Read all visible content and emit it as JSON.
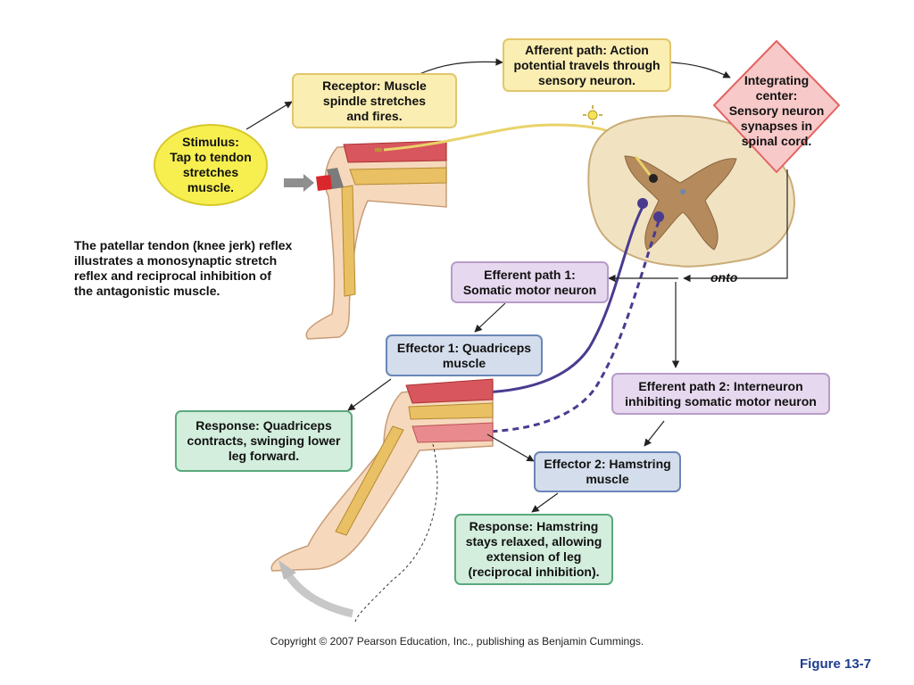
{
  "diagram": {
    "stimulus": "Stimulus:\nTap to tendon\nstretches\nmuscle.",
    "receptor": "Receptor: Muscle\nspindle stretches\nand fires.",
    "afferent": "Afferent path: Action\npotential travels through\nsensory neuron.",
    "integrating": "Integrating\ncenter:\nSensory neuron\nsynapses in\nspinal cord.",
    "efferent1": "Efferent path 1:\nSomatic motor neuron",
    "effector1": "Effector 1: Quadriceps\nmuscle",
    "response1": "Response: Quadriceps\ncontracts, swinging lower\nleg forward.",
    "efferent2": "Efferent path 2: Interneuron\ninhibiting somatic motor neuron",
    "effector2": "Effector 2: Hamstring\nmuscle",
    "response2": "Response: Hamstring\nstays relaxed, allowing\nextension of leg\n(reciprocal inhibition).",
    "onto": "onto",
    "caption": "The patellar tendon (knee jerk) reflex\nillustrates a monosynaptic stretch\nreflex and reciprocal inhibition of\nthe antagonistic muscle."
  },
  "footer": {
    "copyright": "Copyright © 2007 Pearson Education, Inc., publishing as Benjamin Cummings.",
    "figure_label": "Figure 13-7"
  },
  "colors": {
    "receptor_fill": "#fbeeb2",
    "efferent_fill": "#e6d8ee",
    "effector_fill": "#d4ddec",
    "response_fill": "#d3eedd",
    "stimulus_fill": "#f6ef4f",
    "integrating_fill": "#f8c9c9",
    "motor_neuron": "#4b3b8f",
    "sensory_neuron": "#e9d36a"
  }
}
